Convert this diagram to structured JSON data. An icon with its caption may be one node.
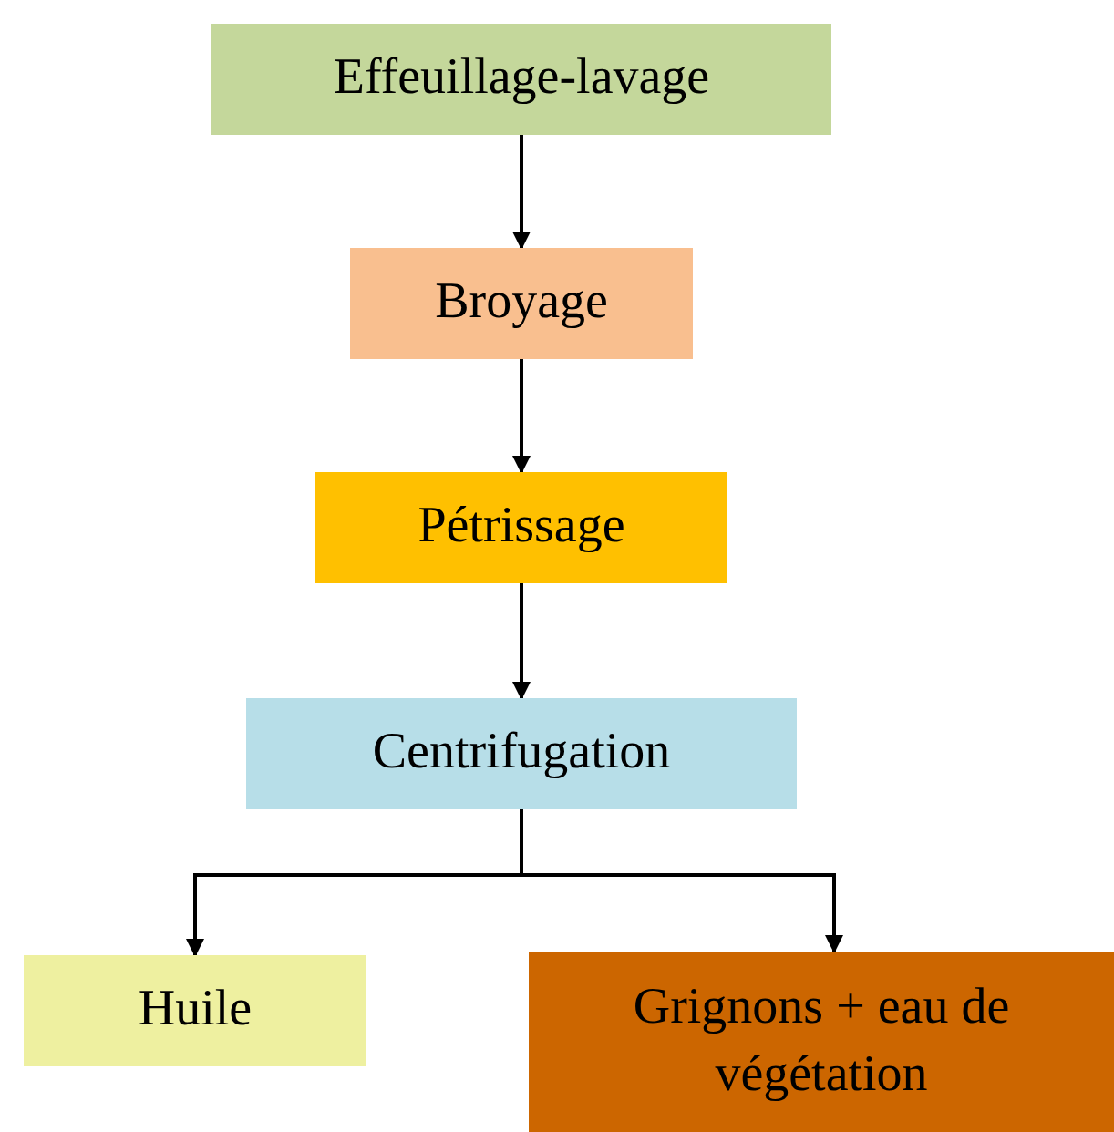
{
  "diagram": {
    "nodes": [
      {
        "text": [
          "Effeuillage-lavage"
        ]
      },
      {
        "text": [
          "Broyage"
        ]
      },
      {
        "text": [
          "Pétrissage"
        ]
      },
      {
        "text": [
          "Centrifugation"
        ]
      },
      {
        "text": [
          "Huile"
        ]
      },
      {
        "text": [
          "Grignons + eau de végétation"
        ]
      }
    ],
    "edges": [
      {
        "from": 0,
        "to": 1,
        "arrow": "to"
      },
      {
        "from": 1,
        "to": 2,
        "arrow": "to"
      },
      {
        "from": 2,
        "to": 3,
        "arrow": "to"
      },
      {
        "from": 3,
        "to": 4,
        "arrow": "to"
      },
      {
        "from": 3,
        "to": 5,
        "arrow": "to"
      }
    ]
  }
}
